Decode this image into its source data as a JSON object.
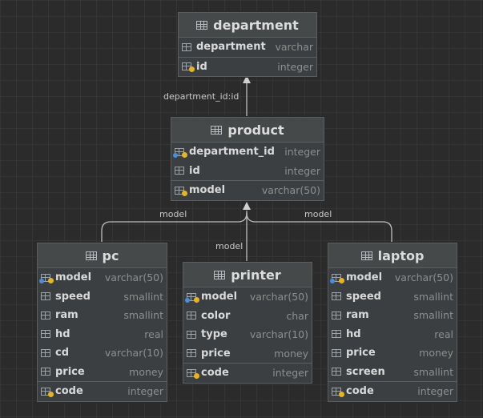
{
  "tables": {
    "department": {
      "name": "department",
      "columns": [
        {
          "name": "department",
          "type": "varchar",
          "icon": "column-icon"
        },
        {
          "name": "id",
          "type": "integer",
          "icon": "primary-key-icon"
        }
      ]
    },
    "product": {
      "name": "product",
      "columns": [
        {
          "name": "department_id",
          "type": "integer",
          "icon": "foreign-key-icon"
        },
        {
          "name": "id",
          "type": "integer",
          "icon": "column-icon"
        },
        {
          "name": "model",
          "type": "varchar(50)",
          "icon": "primary-key-icon"
        }
      ]
    },
    "pc": {
      "name": "pc",
      "columns": [
        {
          "name": "model",
          "type": "varchar(50)",
          "icon": "foreign-key-icon"
        },
        {
          "name": "speed",
          "type": "smallint",
          "icon": "column-icon"
        },
        {
          "name": "ram",
          "type": "smallint",
          "icon": "column-icon"
        },
        {
          "name": "hd",
          "type": "real",
          "icon": "column-icon"
        },
        {
          "name": "cd",
          "type": "varchar(10)",
          "icon": "column-icon"
        },
        {
          "name": "price",
          "type": "money",
          "icon": "column-icon"
        },
        {
          "name": "code",
          "type": "integer",
          "icon": "primary-key-icon"
        }
      ]
    },
    "printer": {
      "name": "printer",
      "columns": [
        {
          "name": "model",
          "type": "varchar(50)",
          "icon": "foreign-key-icon"
        },
        {
          "name": "color",
          "type": "char",
          "icon": "column-icon"
        },
        {
          "name": "type",
          "type": "varchar(10)",
          "icon": "column-icon"
        },
        {
          "name": "price",
          "type": "money",
          "icon": "column-icon"
        },
        {
          "name": "code",
          "type": "integer",
          "icon": "primary-key-icon"
        }
      ]
    },
    "laptop": {
      "name": "laptop",
      "columns": [
        {
          "name": "model",
          "type": "varchar(50)",
          "icon": "foreign-key-icon"
        },
        {
          "name": "speed",
          "type": "smallint",
          "icon": "column-icon"
        },
        {
          "name": "ram",
          "type": "smallint",
          "icon": "column-icon"
        },
        {
          "name": "hd",
          "type": "real",
          "icon": "column-icon"
        },
        {
          "name": "price",
          "type": "money",
          "icon": "column-icon"
        },
        {
          "name": "screen",
          "type": "smallint",
          "icon": "column-icon"
        },
        {
          "name": "code",
          "type": "integer",
          "icon": "primary-key-icon"
        }
      ]
    }
  },
  "relations": {
    "product_department": "department_id:id",
    "pc_product": "model",
    "printer_product": "model",
    "laptop_product": "model"
  }
}
